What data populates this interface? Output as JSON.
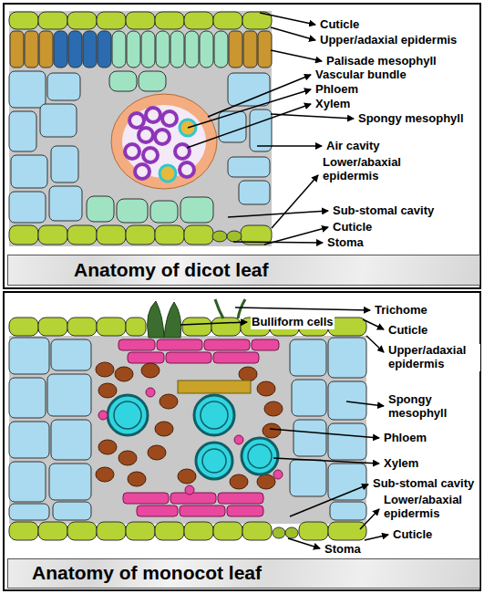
{
  "diagram": {
    "nodes": [
      {
        "text": [
          "Anatomy of dicot leaf"
        ]
      },
      {
        "text": [
          "Anatomy of monocot leaf"
        ]
      }
    ],
    "labels": [
      "Cuticle",
      "Upper/adaxial epidermis",
      "Palisade mesophyll",
      "Vascular bundle",
      "Phloem",
      "Xylem",
      "Spongy mesophyll",
      "Air cavity",
      "Lower/abaxial epidermis",
      "Sub-stomal cavity",
      "Cuticle",
      "Stoma",
      "Bulliform cells",
      "Trichome",
      "Cuticle",
      "Upper/adaxial epidermis",
      "Spongy mesophyll",
      "Phloem",
      "Xylem",
      "Sub-stomal cavity",
      "Lower/abaxial epidermis",
      "Cuticle",
      "Stoma"
    ]
  }
}
